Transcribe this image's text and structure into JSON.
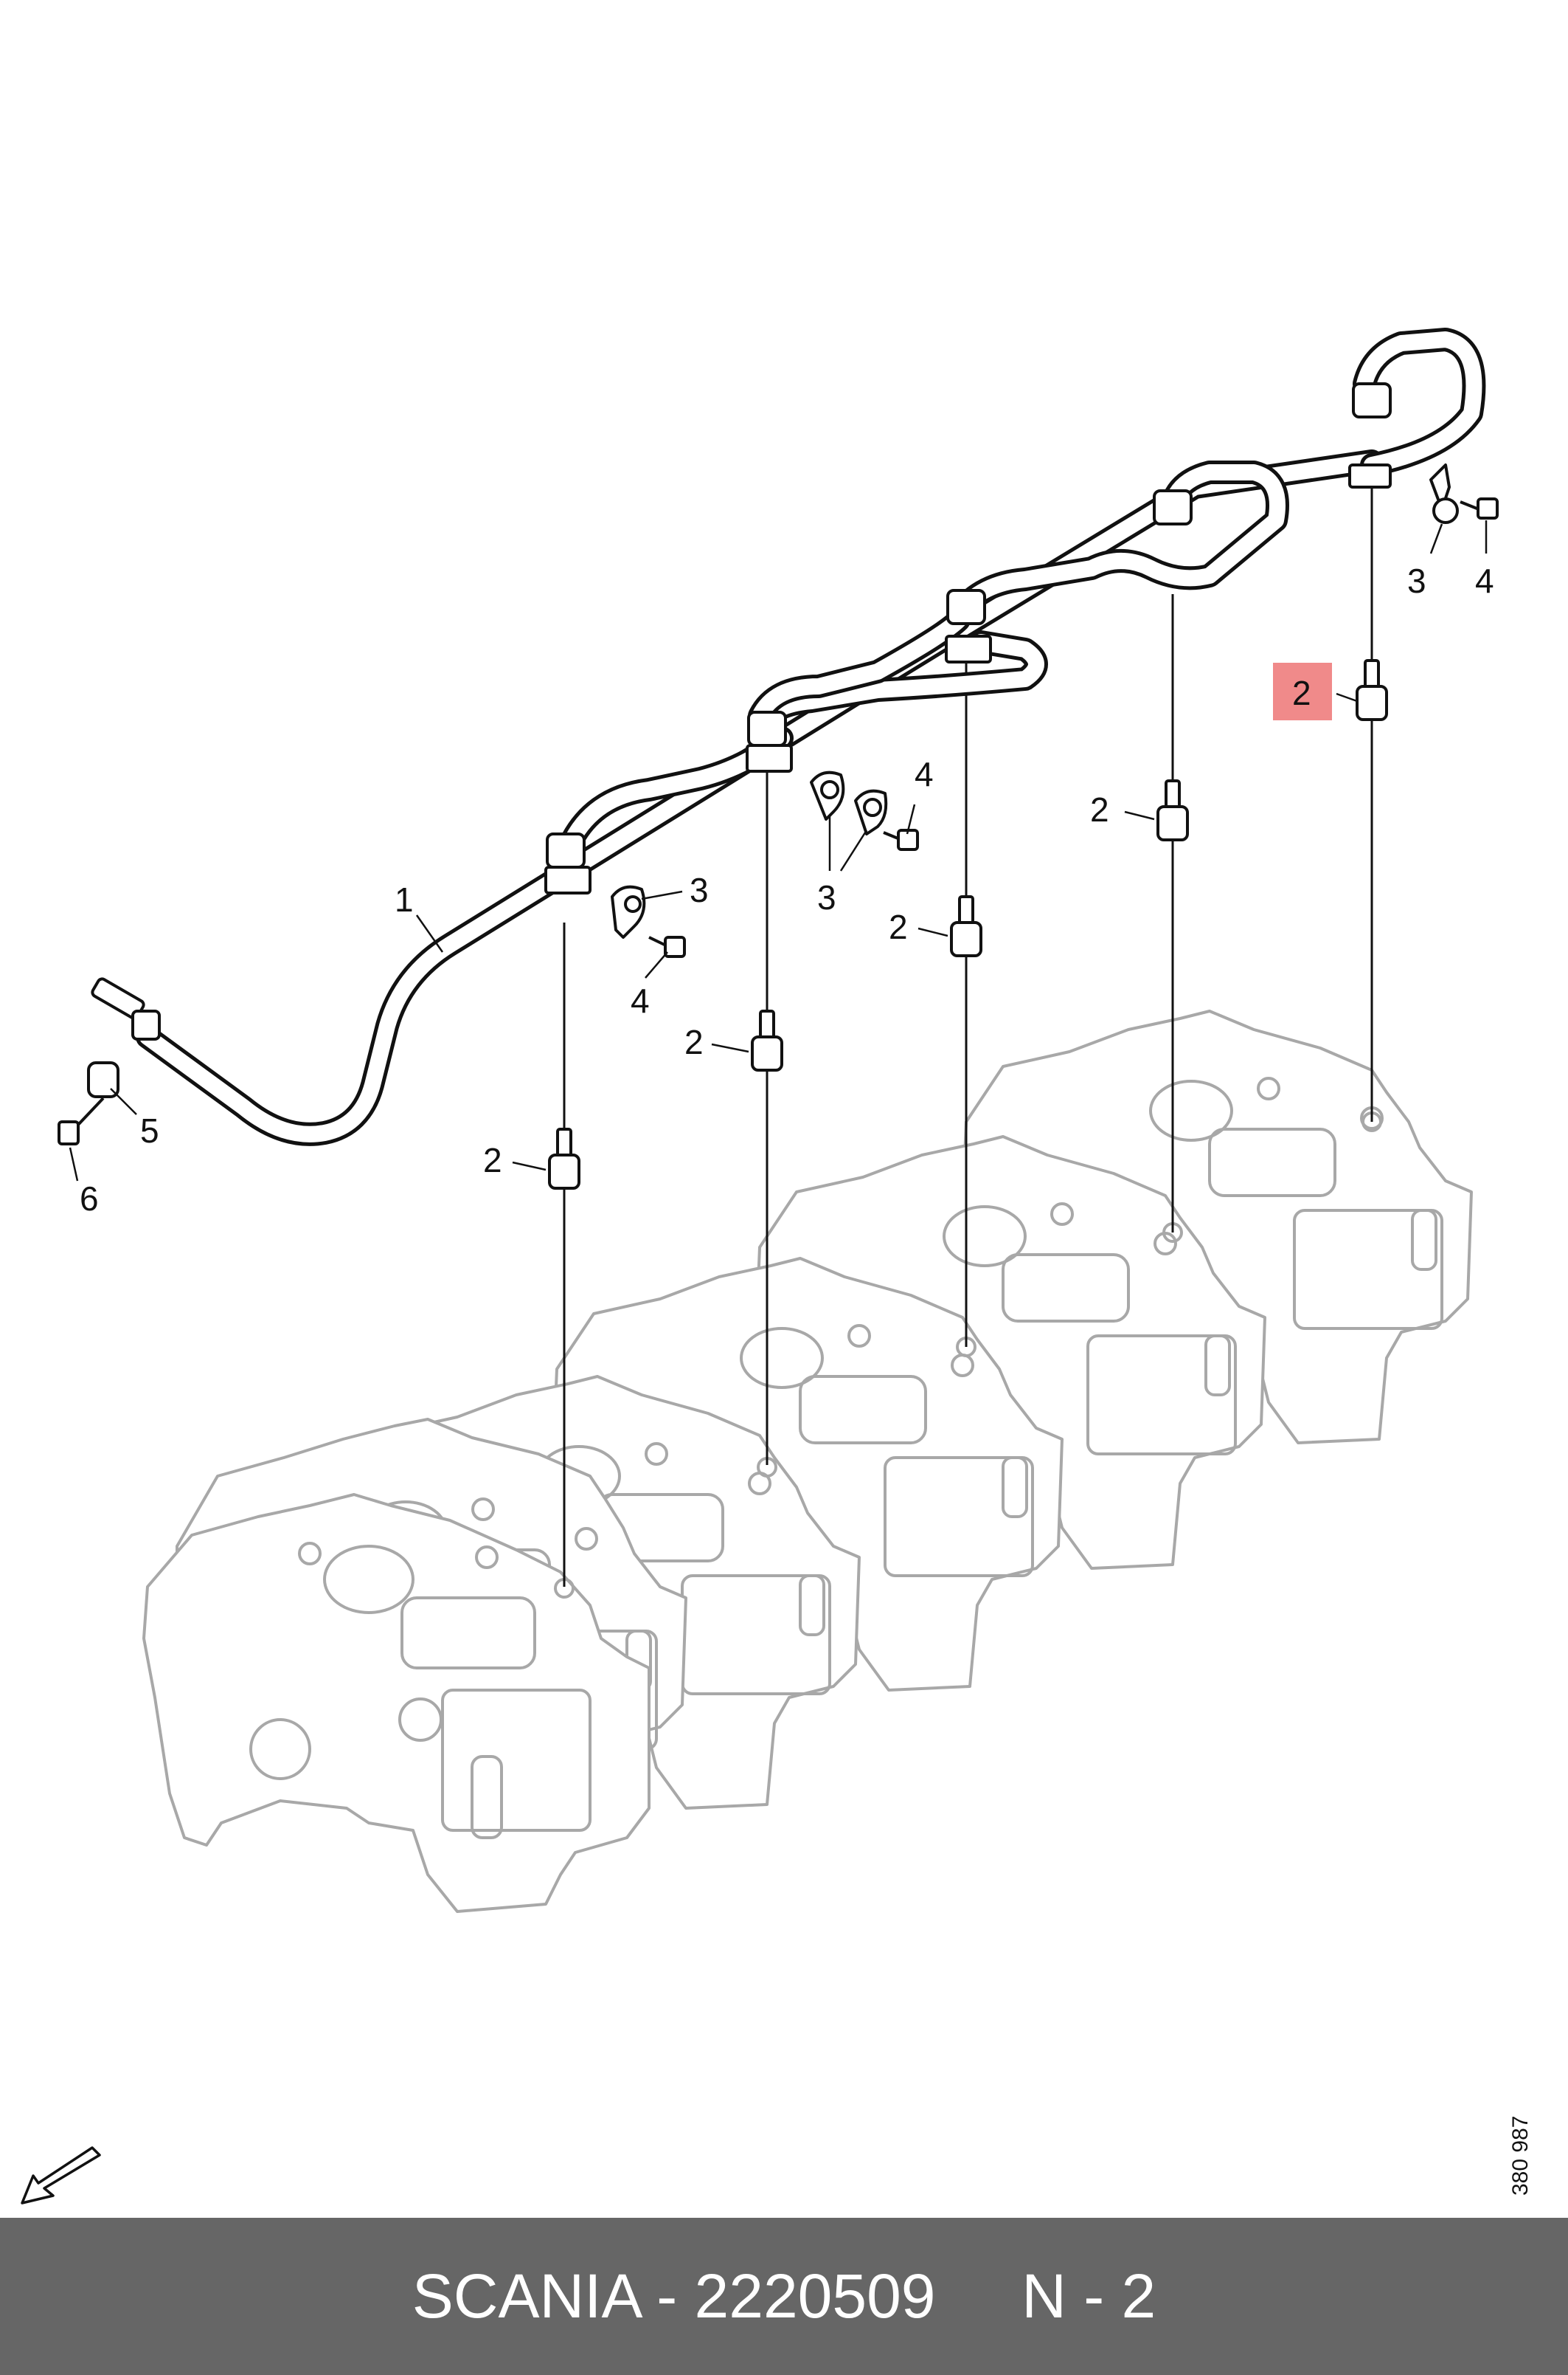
{
  "diagram": {
    "callouts": [
      {
        "id": "c1",
        "label": "1"
      },
      {
        "id": "c2a",
        "label": "2"
      },
      {
        "id": "c2b",
        "label": "2"
      },
      {
        "id": "c2c",
        "label": "2"
      },
      {
        "id": "c2d",
        "label": "2"
      },
      {
        "id": "c2e",
        "label": "2"
      },
      {
        "id": "c2f",
        "label": "2",
        "highlighted": true
      },
      {
        "id": "c3a",
        "label": "3"
      },
      {
        "id": "c3b",
        "label": "3"
      },
      {
        "id": "c3c",
        "label": "3"
      },
      {
        "id": "c4a",
        "label": "4"
      },
      {
        "id": "c4b",
        "label": "4"
      },
      {
        "id": "c4c",
        "label": "4"
      },
      {
        "id": "c5",
        "label": "5"
      },
      {
        "id": "c6",
        "label": "6"
      }
    ],
    "highlight_color": "#f08a8a",
    "engine_outline_color": "#a8a8a8",
    "doc_number": "380 987",
    "direction_icon": "front-arrow-icon"
  },
  "footer": {
    "text": "SCANIA - 2220509     N - 2",
    "background": "#666666",
    "color": "#ffffff"
  }
}
